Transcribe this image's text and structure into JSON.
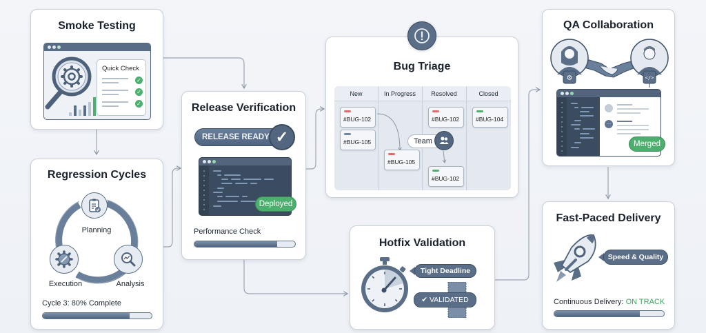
{
  "diagram": {
    "colors": {
      "accent": "#52667f",
      "success": "#4caf6e",
      "danger": "#e06d6d",
      "neutral": "#6f86a0",
      "on_track": "#3fa45f"
    },
    "smoke_testing": {
      "title": "Smoke Testing",
      "quick_check_label": "Quick Check",
      "checks_passed": 3
    },
    "regression_cycles": {
      "title": "Regression Cycles",
      "stages": [
        "Planning",
        "Analysis",
        "Execution"
      ],
      "status_text": "Cycle 3: 80% Complete",
      "progress_percent": 80
    },
    "release_verification": {
      "title": "Release Verification",
      "badge_label": "RELEASE READY",
      "deployed_label": "Deployed",
      "performance_label": "Performance Check",
      "performance_percent": 82
    },
    "bug_triage": {
      "title": "Bug Triage",
      "alert_icon": "exclamation-icon",
      "columns": [
        {
          "name": "New",
          "cards": [
            {
              "id": "#BUG-102",
              "tag": "danger"
            },
            {
              "id": "#BUG-105",
              "tag": "neutral"
            }
          ]
        },
        {
          "name": "In Progress",
          "cards": [
            {
              "id": "#BUG-105",
              "tag": "danger"
            }
          ]
        },
        {
          "name": "Resolved",
          "cards": [
            {
              "id": "#BUG-102",
              "tag": "danger"
            },
            {
              "id": "#BUG-102",
              "tag": "success"
            }
          ]
        },
        {
          "name": "Closed",
          "cards": [
            {
              "id": "#BUG-104",
              "tag": "success"
            }
          ]
        }
      ],
      "team_label": "Team"
    },
    "hotfix_validation": {
      "title": "Hotfix Validation",
      "deadline_label": "Tight Deadline",
      "validated_label": "✔ VALIDATED"
    },
    "qa_collaboration": {
      "title": "QA Collaboration",
      "merged_label": "Merged"
    },
    "fast_paced_delivery": {
      "title": "Fast-Paced Delivery",
      "callout_label": "Speed & Quality",
      "status_prefix": "Continuous Delivery: ",
      "status_value": "ON TRACK",
      "progress_percent": 78
    }
  }
}
